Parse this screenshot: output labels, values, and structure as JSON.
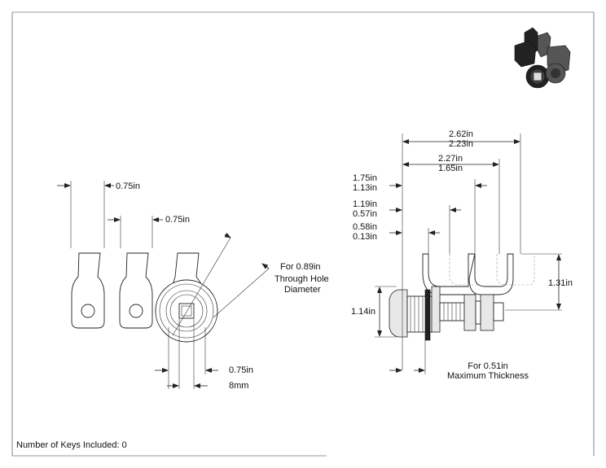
{
  "front_view": {
    "dim_cam_width_1": "0.75in",
    "dim_cam_width_2": "0.75in",
    "dim_body_width": "0.75in",
    "dim_square_drive": "8mm",
    "hole_note": [
      "For 0.89in",
      "Through Hole",
      "Diameter"
    ]
  },
  "side_view": {
    "overall_lengths": [
      "2.62in",
      "2.23in"
    ],
    "cam_offset_a": [
      "2.27in",
      "1.65in"
    ],
    "cam_offset_b": [
      "1.75in",
      "1.13in"
    ],
    "cam_offset_c": [
      "1.19in",
      "0.57in"
    ],
    "cam_offset_d": [
      "0.58in",
      "0.13in"
    ],
    "cam_height": "1.31in",
    "face_diameter": "1.14in",
    "thickness_note": [
      "For 0.51in",
      "Maximum Thickness"
    ]
  },
  "footer": {
    "keys_note": "Number of Keys Included: 0"
  }
}
